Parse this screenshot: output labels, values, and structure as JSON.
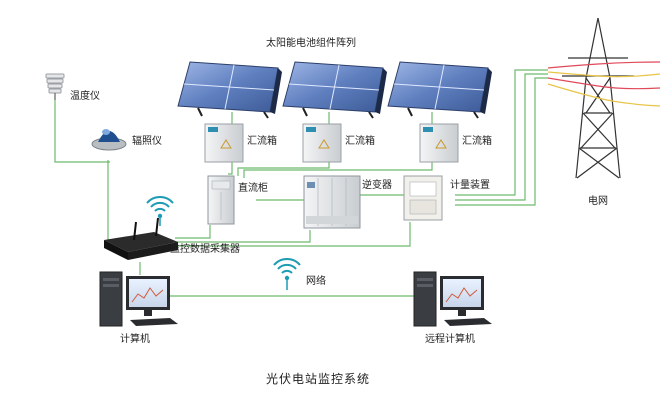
{
  "labels": {
    "solar_array": "太阳能电池组件阵列",
    "temperature_sensor": "温度仪",
    "irradiance_meter": "辐照仪",
    "combiner_box_1": "汇流箱",
    "combiner_box_2": "汇流箱",
    "combiner_box_3": "汇流箱",
    "dc_cabinet": "直流柜",
    "inverter": "逆变器",
    "metering_device": "计量装置",
    "grid": "电网",
    "data_collector": "监控数据采集器",
    "network": "网络",
    "local_computer": "计算机",
    "remote_computer": "远程计算机",
    "caption": "光伏电站监控系统"
  },
  "colors": {
    "wire_green": "#6dbb6d",
    "wire_red": "#e0495a",
    "wire_yellow": "#e8c547",
    "wifi_teal": "#1e9bb5",
    "panel_blue": "#5f7fbf",
    "cabinet_gray": "#d9dcdf"
  },
  "icons": {
    "wifi": "wifi-signal-icon",
    "tower": "power-tower-icon"
  }
}
